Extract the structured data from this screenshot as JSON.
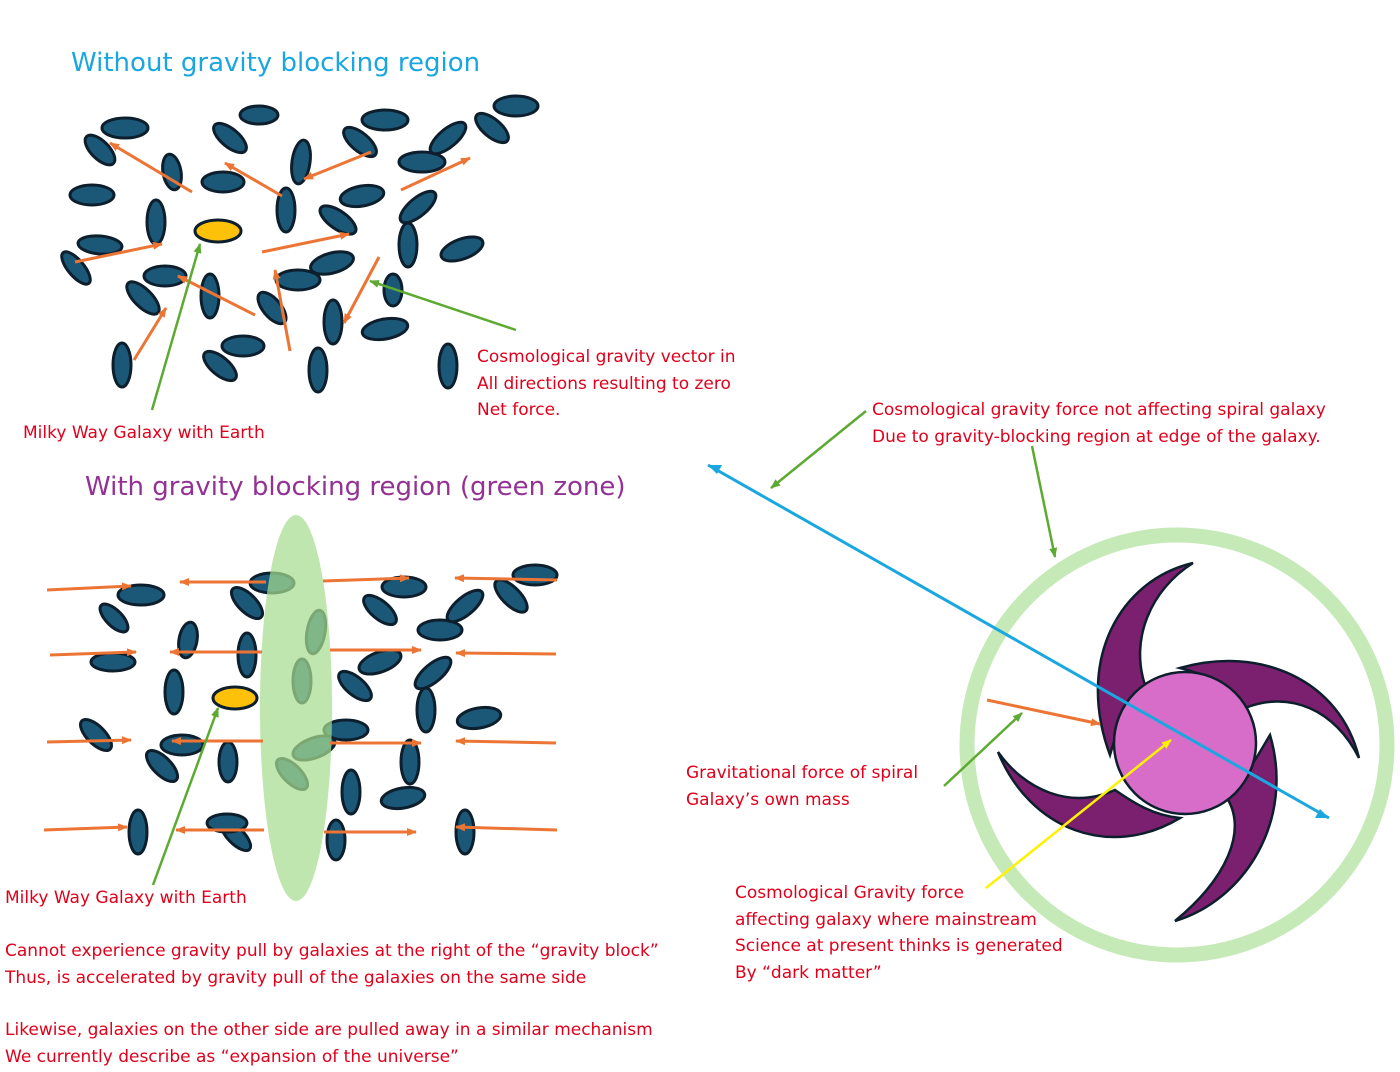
{
  "colors": {
    "heading_top": "#1aa7e0",
    "heading_bottom": "#933194",
    "note_text": "#e0001b",
    "galaxy_fill": "#1b5878",
    "galaxy_stroke": "#0d1f2d",
    "milky_way_fill": "#fcc108",
    "force_arrow": "#ec7535",
    "pointer_arrow": "#5daa32",
    "green_zone": "#a6dd8f",
    "blue_vector": "#1aa7e0",
    "yellow_vector": "#fff200",
    "spiral_arm": "#7b1f6f",
    "spiral_core": "#d86dc9",
    "ring": "#c5eab7"
  },
  "top_panel": {
    "heading": "Without gravity blocking region",
    "milky_way_label": "Milky Way Galaxy with Earth",
    "vector_label": "Cosmological gravity vector in\nAll directions resulting to zero\nNet force."
  },
  "bottom_panel": {
    "heading": "With gravity blocking region (green zone)",
    "milky_way_label": "Milky Way Galaxy with Earth",
    "explanation_1": "Cannot experience gravity pull by galaxies at the right of the “gravity block”\nThus, is accelerated by gravity pull of the galaxies on the same side",
    "explanation_2": "Likewise, galaxies on the other side are pulled away in a similar mechanism\nWe currently describe as “expansion of the universe”"
  },
  "spiral_panel": {
    "blocking_label": "Cosmological gravity force not affecting spiral galaxy\nDue to gravity-blocking region at edge of the galaxy.",
    "own_mass_label": "Gravitational force of spiral\nGalaxy’s own mass",
    "dark_matter_label": "Cosmological Gravity force\naffecting galaxy where mainstream\nScience at present thinks is generated\nBy “dark matter”"
  }
}
